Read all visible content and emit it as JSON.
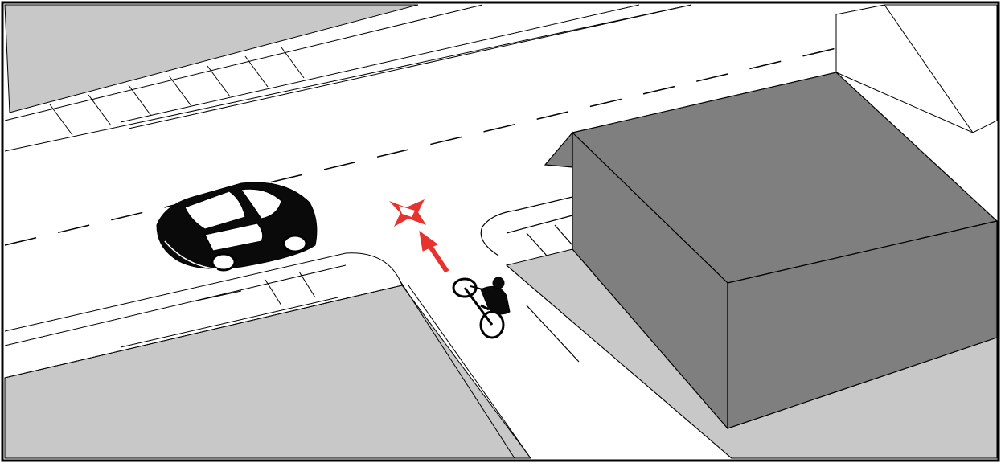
{
  "scene": {
    "objects": [
      "car",
      "cyclist",
      "building",
      "collision-marker",
      "direction-arrow",
      "road",
      "side-street",
      "sidewalks"
    ]
  },
  "colors": {
    "road": "#ffffff",
    "lot": "#c8c8c8",
    "building_front": "#7f7f7f",
    "building_roof": "#7f7f7f",
    "outline": "#000000",
    "warning": "#e8322d"
  },
  "icons": {
    "collision": "burst-icon",
    "arrow": "arrow-up-icon"
  }
}
